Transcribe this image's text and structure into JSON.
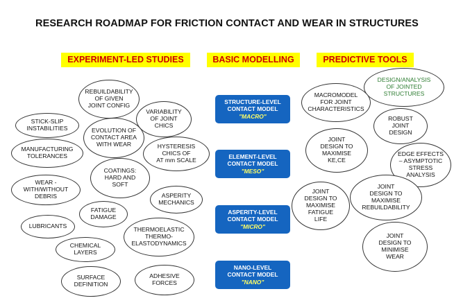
{
  "title": "RESEARCH ROADMAP FOR FRICTION CONTACT AND WEAR IN STRUCTURES",
  "headers": {
    "experiment": "EXPERIMENT-LED STUDIES",
    "modelling": "BASIC MODELLING",
    "predictive": "PREDICTIVE TOOLS"
  },
  "experiment_ovals": [
    "REBUILDABILITY\nOF GIVEN\nJOINT CONFIG",
    "VARIABILITY\nOF JOINT\nCHICS",
    "STICK-SLIP\nINSTABILITIES",
    "EVOLUTION OF\nCONTACT AREA\nWITH WEAR",
    "HYSTERESIS\nCHICS OF\nAT mm SCALE",
    "MANUFACTURING\nTOLERANCES",
    "COATINGS:\nHARD AND\nSOFT",
    "WEAR -\nWITH/WITHOUT\nDEBRIS",
    "ASPERITY\nMECHANICS",
    "FATIGUE\nDAMAGE",
    "LUBRICANTS",
    "THERMOELASTIC\nTHERMO-\nELASTODYNAMICS",
    "CHEMICAL\nLAYERS",
    "SURFACE\nDEFINITION",
    "ADHESIVE\nFORCES"
  ],
  "models": [
    {
      "line1": "STRUCTURE-LEVEL",
      "line2": "CONTACT MODEL",
      "name": "\"MACRO\""
    },
    {
      "line1": "ELEMENT-LEVEL",
      "line2": "CONTACT MODEL",
      "name": "\"MESO\""
    },
    {
      "line1": "ASPERITY-LEVEL",
      "line2": "CONTACT MODEL",
      "name": "\"MICRO\""
    },
    {
      "line1": "NANO-LEVEL",
      "line2": "CONTACT MODEL",
      "name": "\"NANO\""
    }
  ],
  "predictive_ovals": [
    "DESIGN/ANALYSIS\nOF JOINTED\nSTRUCTURES",
    "MACROMODEL\nFOR JOINT\nCHARACTERISTICS",
    "ROBUST\nJOINT\nDESIGN",
    "JOINT\nDESIGN TO\nMAXIMISE\nKE,CE",
    "EDGE EFFECTS\n– ASYMPTOTIC\nSTRESS\nANALYSIS",
    "JOINT\nDESIGN TO\nMAXIMISE\nFATIGUE\nLIFE",
    "JOINT\nDESIGN TO\nMAXIMISE\nREBUILDABILITY",
    "JOINT\nDESIGN TO\nMINIMISE\nWEAR"
  ],
  "colors": {
    "header_bg": "#ffff00",
    "header_text": "#cc0000",
    "model_bg": "#1565c0",
    "model_name": "#ffff66",
    "design_text": "#2e7d32"
  }
}
